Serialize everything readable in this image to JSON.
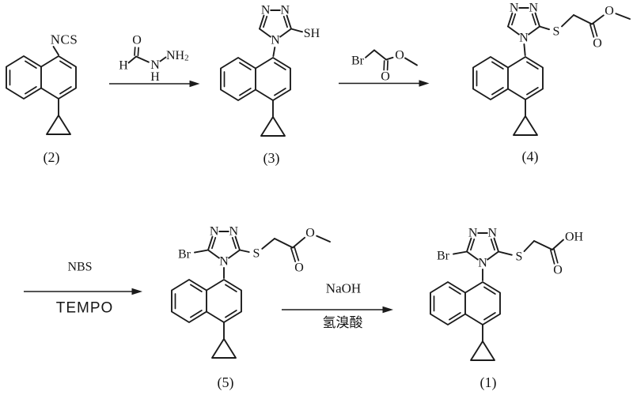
{
  "colors": {
    "ink": "#1b1b1b",
    "paper": "#ffffff"
  },
  "atoms": {
    "N": "N",
    "S": "S",
    "O": "O",
    "Br": "Br",
    "H": "H",
    "SH": "SH",
    "OH": "OH",
    "NCS": "NCS",
    "NH": "NH",
    "sub2": "2"
  },
  "compound_labels": {
    "c1": "(1)",
    "c2": "(2)",
    "c3": "(3)",
    "c4": "(4)",
    "c5": "(5)"
  },
  "step_labels": {
    "step3_above": "NBS",
    "step3_below": "TEMPO",
    "step4_above": "NaOH",
    "step4_below": "氢溴酸"
  }
}
